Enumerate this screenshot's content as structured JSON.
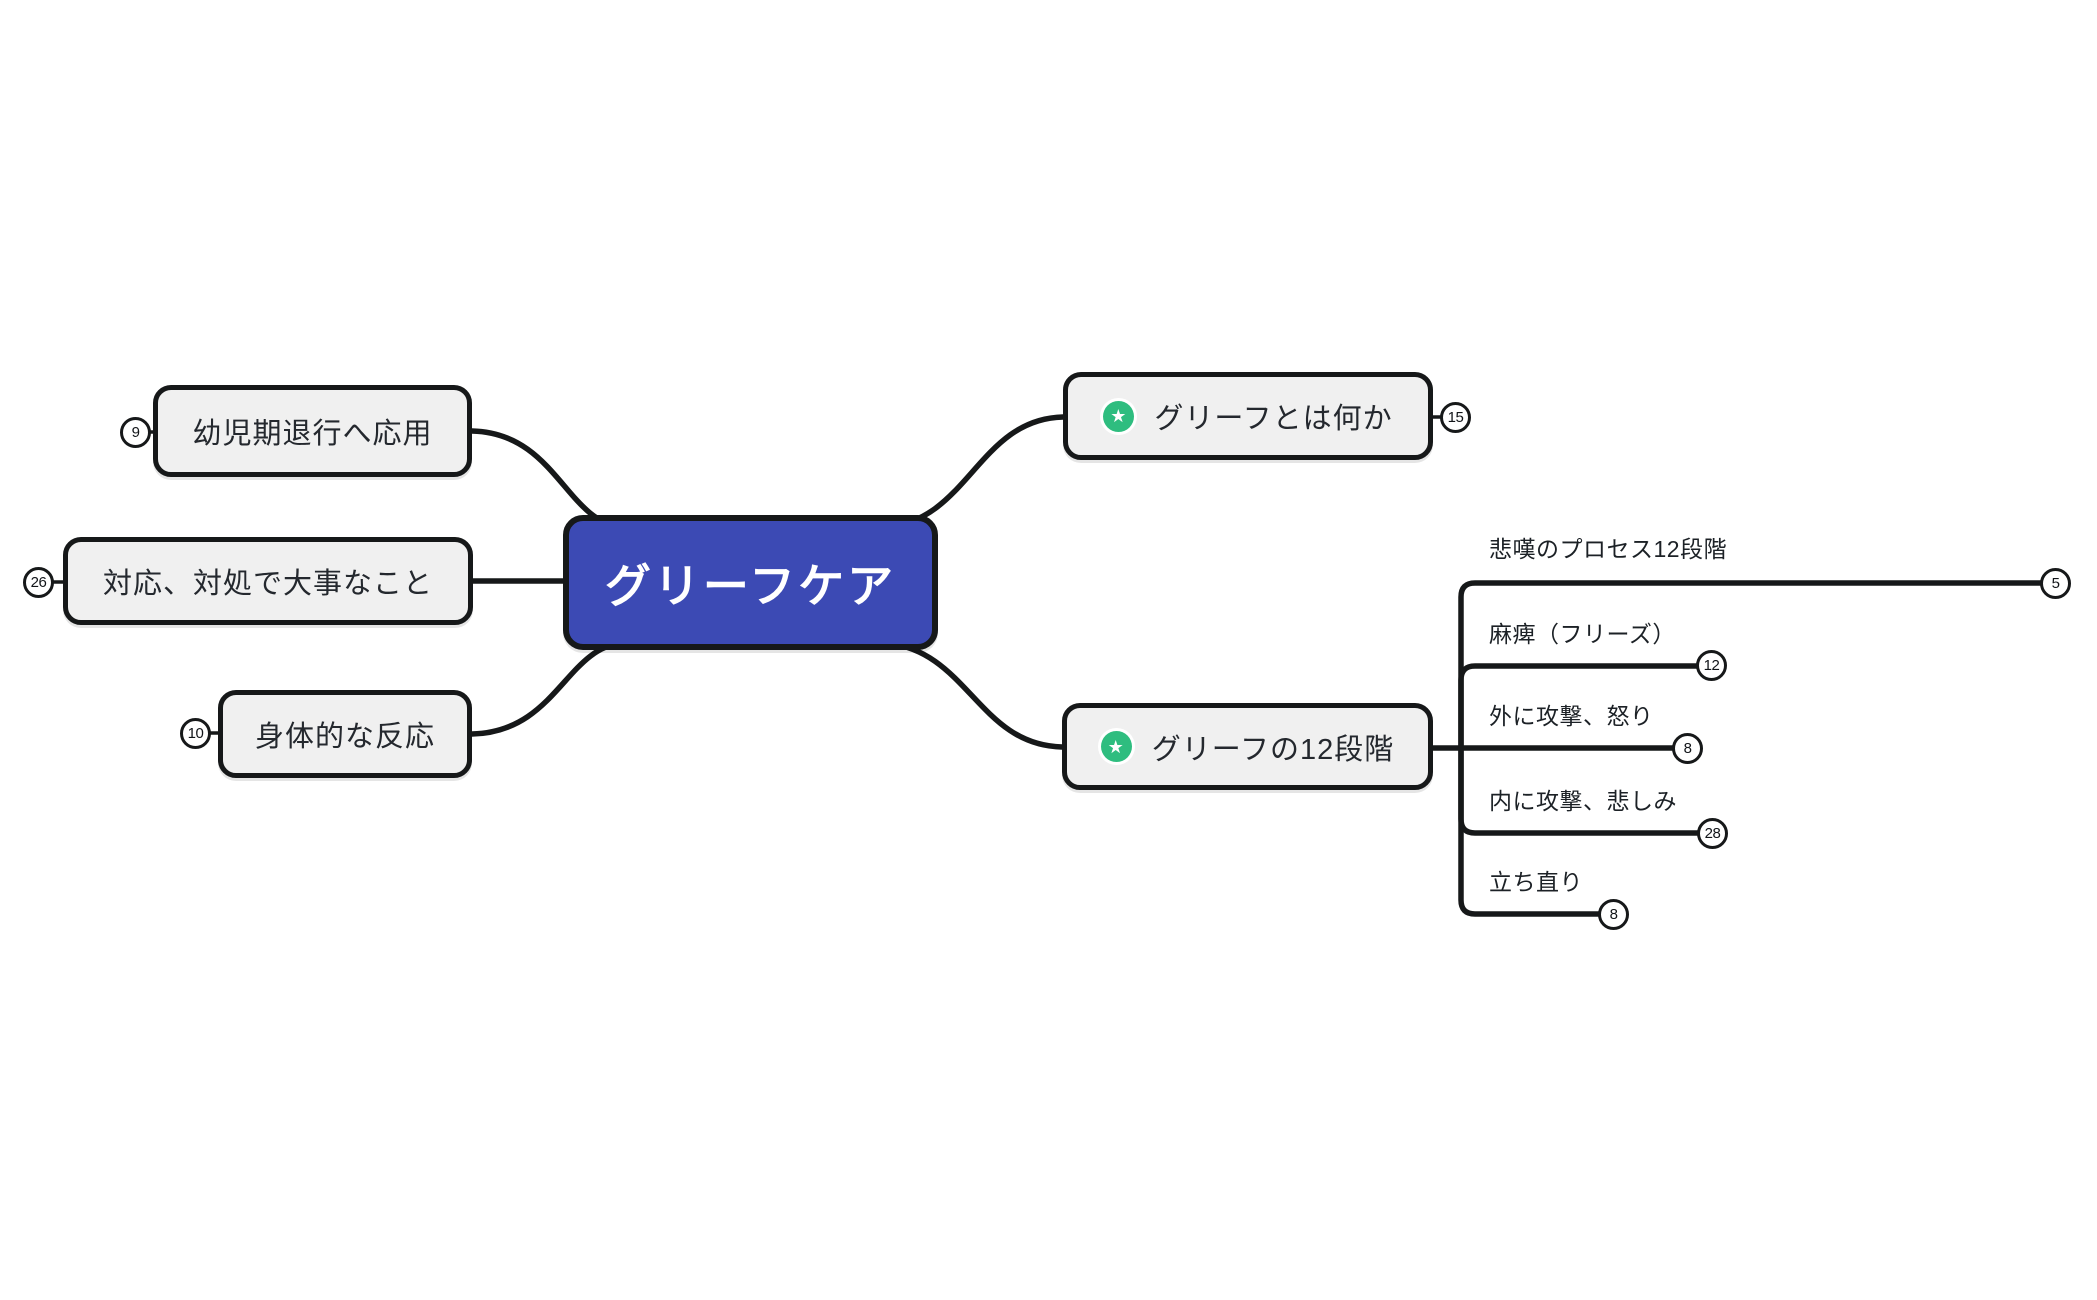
{
  "root": {
    "label": "グリーフケア"
  },
  "branches": {
    "left": [
      {
        "label": "幼児期退行へ応用",
        "badge": "9"
      },
      {
        "label": "対応、対処で大事なこと",
        "badge": "26"
      },
      {
        "label": "身体的な反応",
        "badge": "10"
      }
    ],
    "right": [
      {
        "label": "グリーフとは何か",
        "badge": "15",
        "marker": "star-icon"
      },
      {
        "label": "グリーフの12段階",
        "marker": "star-icon",
        "children": [
          {
            "label": "悲嘆のプロセス12段階",
            "badge": "5"
          },
          {
            "label": "麻痺（フリーズ）",
            "badge": "12"
          },
          {
            "label": "外に攻撃、怒り",
            "badge": "8"
          },
          {
            "label": "内に攻撃、悲しみ",
            "badge": "28"
          },
          {
            "label": "立ち直り",
            "badge": "8"
          }
        ]
      }
    ]
  },
  "icons": {
    "star": "★"
  },
  "colors": {
    "root_blue": "#3c4ab4",
    "node_fill": "#f0f0f0",
    "line_black": "#161819",
    "star_green": "#2ebd7f",
    "badge_bg": "#ffffff",
    "text_dark": "#24282e"
  }
}
